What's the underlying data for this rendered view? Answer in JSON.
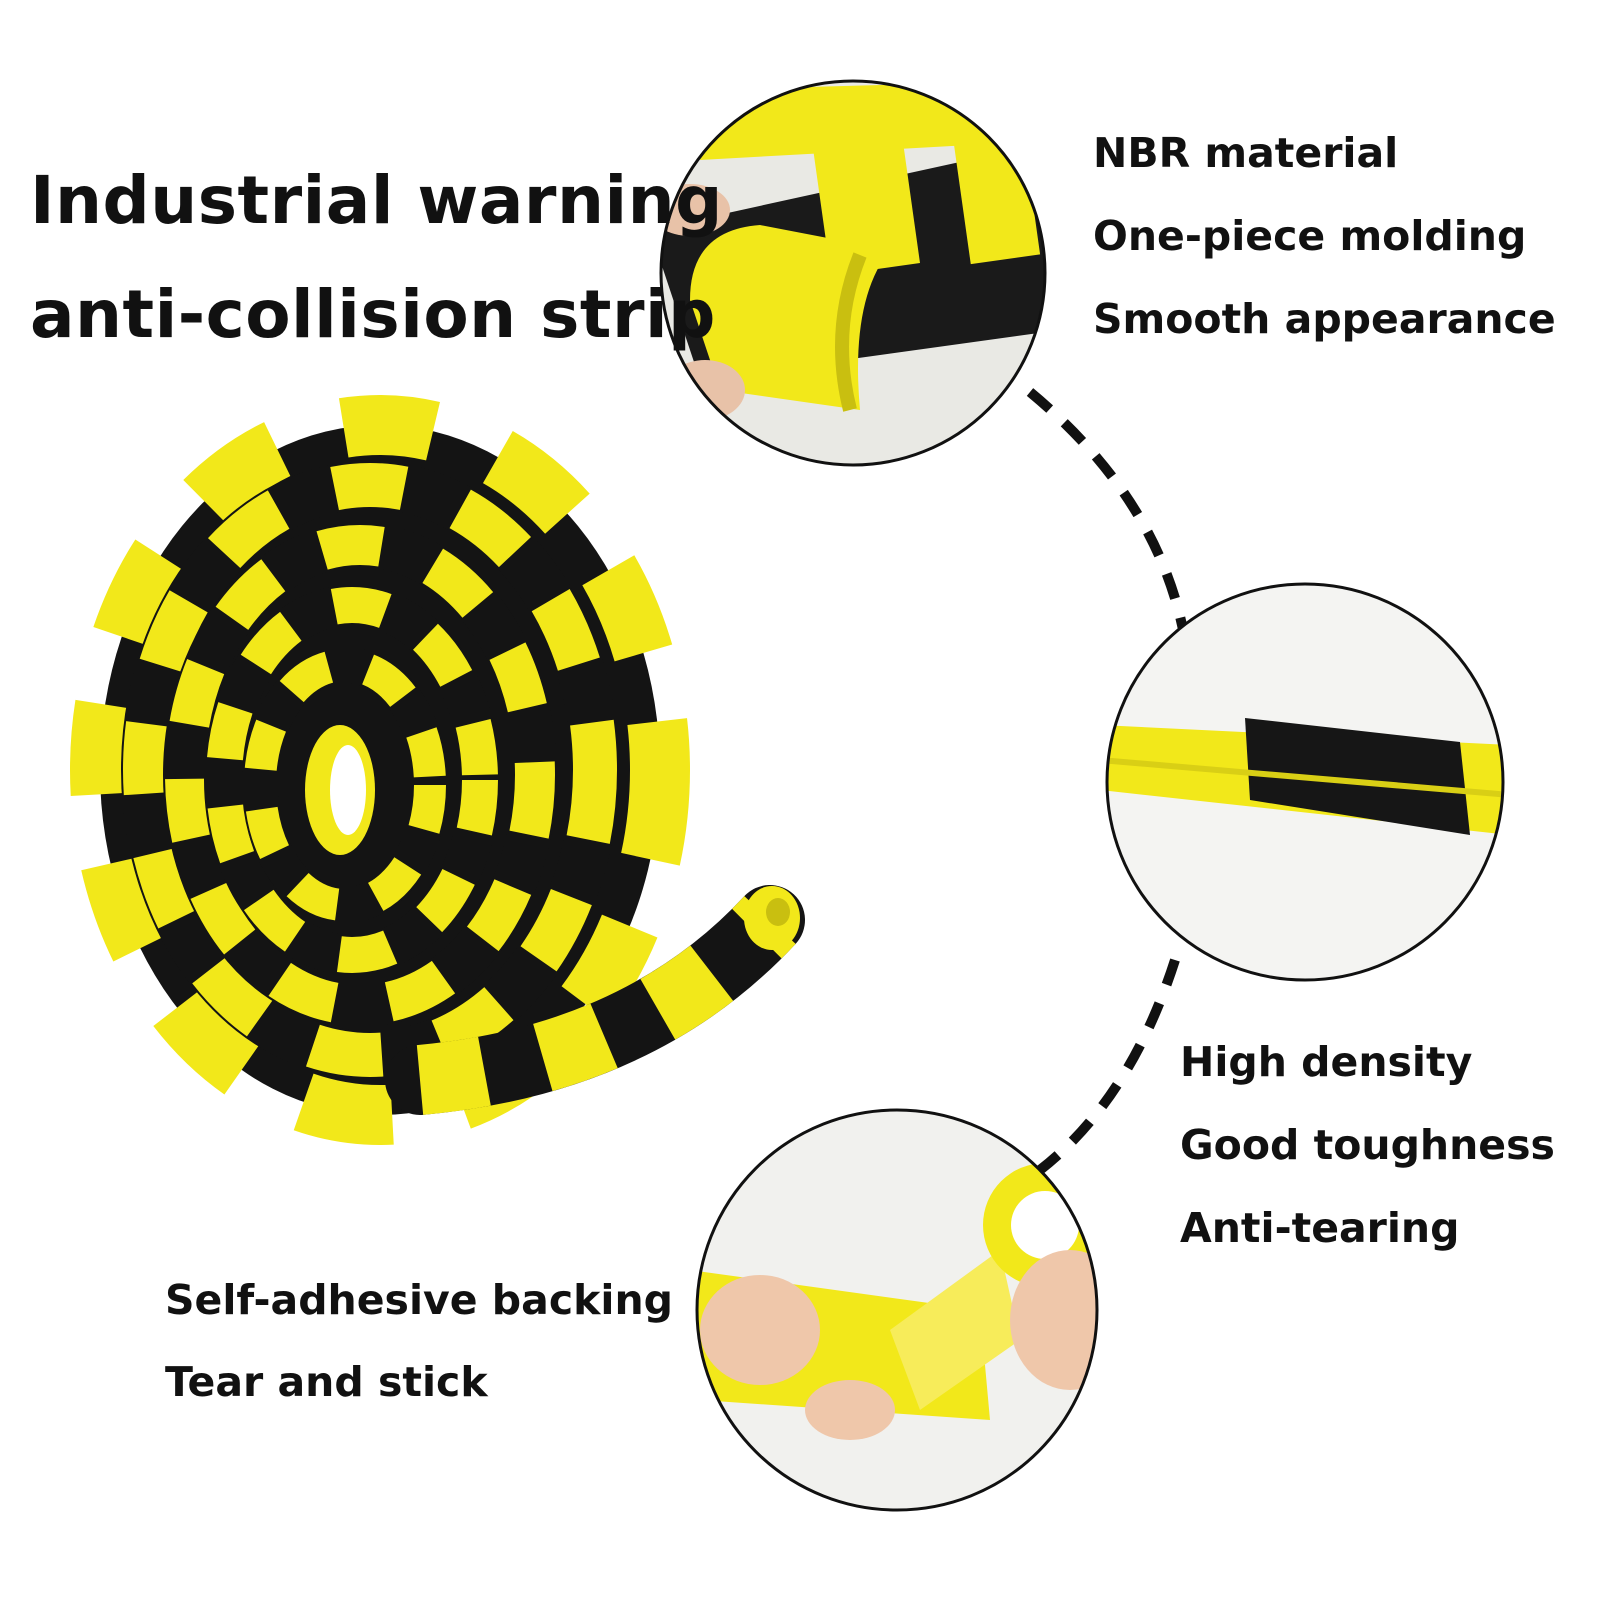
{
  "headline": {
    "line1": "Industrial warning",
    "line2": "anti-collision strip"
  },
  "features_top": [
    "NBR material",
    "One-piece molding",
    "Smooth appearance"
  ],
  "features_middle": [
    "High density",
    "Good toughness",
    "Anti-tearing"
  ],
  "features_bottom": [
    "Self-adhesive backing",
    "Tear and stick"
  ],
  "colors": {
    "stripe_yellow": "#f2e81a",
    "stripe_black": "#141414",
    "background": "#ffffff",
    "text": "#111111"
  },
  "icons": [
    "coiled-strip-image",
    "detail-circle-profile",
    "detail-circle-surface",
    "detail-circle-adhesive"
  ]
}
